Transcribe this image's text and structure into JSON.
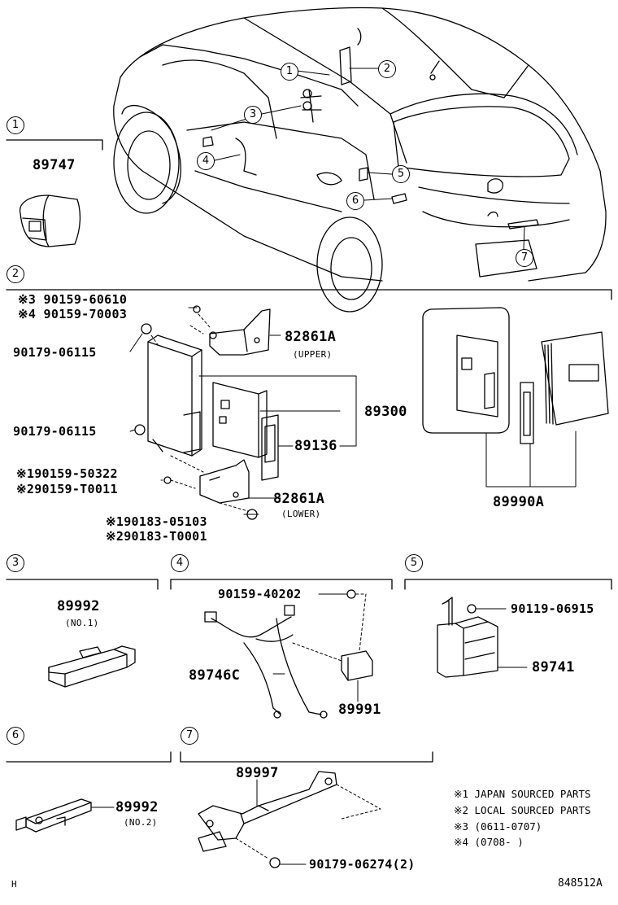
{
  "sections": {
    "s1": {
      "num": "1",
      "part": "89747"
    },
    "s2": {
      "num": "2",
      "bolt_upper_a": "※3 90159-60610",
      "bolt_upper_b": "※4 90159-70003",
      "nut_a": "90179-06115",
      "nut_b": "90179-06115",
      "bracket_upper": "82861A",
      "bracket_upper_note": "(UPPER)",
      "ecu": "89300",
      "key": "89136",
      "bolt_lower_a": "※190159-50322",
      "bolt_lower_b": "※290159-T0011",
      "bracket_lower": "82861A",
      "bracket_lower_note": "(LOWER)",
      "nut_lower_a": "※190183-05103",
      "nut_lower_b": "※290183-T0001",
      "kit": "89990A"
    },
    "s3": {
      "num": "3",
      "part": "89992",
      "note": "(NO.1)"
    },
    "s4": {
      "num": "4",
      "bolt": "90159-40202",
      "harness": "89746C",
      "sensor": "89991"
    },
    "s5": {
      "num": "5",
      "bolt": "90119-06915",
      "part": "89741"
    },
    "s6": {
      "num": "6",
      "part": "89992",
      "note": "(NO.2)"
    },
    "s7": {
      "num": "7",
      "part": "89997",
      "nut": "90179-06274(2)"
    }
  },
  "car_callouts": [
    "1",
    "2",
    "3",
    "4",
    "5",
    "6",
    "7"
  ],
  "legend": [
    "※1 JAPAN SOURCED PARTS",
    "※2 LOCAL SOURCED PARTS",
    "※3 (0611-0707)",
    "※4 (0708-     )"
  ],
  "footer": {
    "left": "H",
    "right": "848512A"
  }
}
